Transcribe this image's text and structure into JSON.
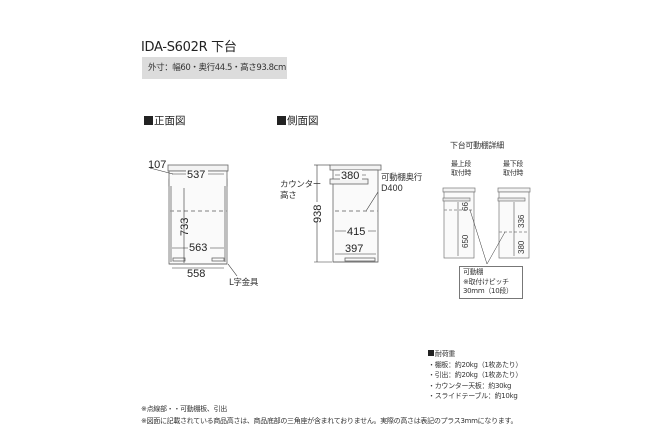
{
  "header": {
    "title": "IDA-S602R 下台",
    "spec": "外寸：幅60・奥行44.5・高さ93.8cm"
  },
  "front_view": {
    "heading": "正面図",
    "dims": {
      "top_offset": "107",
      "top_width": "537",
      "height": "733",
      "inner_width": "563",
      "base_width": "558"
    },
    "callout": "L字金具"
  },
  "side_view": {
    "heading": "側面図",
    "dims": {
      "top_depth": "380",
      "total_height": "938",
      "inner_depth": "415",
      "base_depth": "397"
    },
    "counter_label_line1": "カウンター",
    "counter_label_line2": "高さ",
    "shelf_label_line1": "可動棚奥行",
    "shelf_label_line2": "D400"
  },
  "shelf_detail": {
    "heading": "下台可動棚詳細",
    "top_position": {
      "line1": "最上段",
      "line2": "取付時",
      "upper": "66",
      "lower": "650"
    },
    "bottom_position": {
      "line1": "最下段",
      "line2": "取付時",
      "upper": "336",
      "lower": "380"
    },
    "callout_line1": "可動棚",
    "callout_line2": "※取付けピッチ",
    "callout_line3": "30mm（10段）"
  },
  "load_capacity": {
    "heading": "耐荷重",
    "items": [
      "・棚板：約20kg（1枚あたり）",
      "・引出：約20kg（1枚あたり）",
      "・カウンター天板：約30kg",
      "・スライドテーブル：約10kg"
    ]
  },
  "notes": [
    "※点線部・・可動棚板、引出",
    "※図面に記載されている商品高さは、商品底部の三角座が含まれておりません。実際の高さは表記のプラス3mmになります。"
  ],
  "colors": {
    "line": "#555555",
    "dash": "#999999",
    "spec_bg": "#dcdcdc",
    "panel": "#eeeeee"
  }
}
